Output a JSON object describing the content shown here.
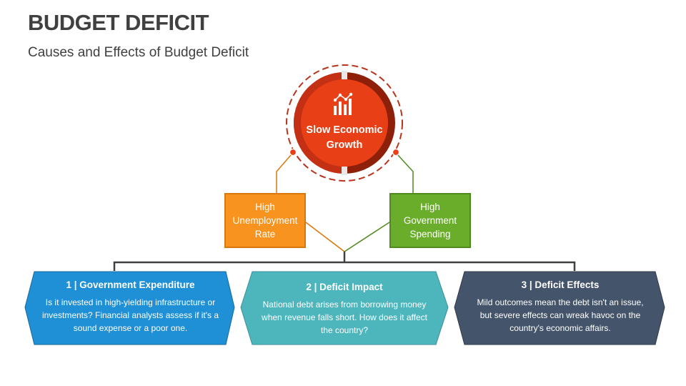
{
  "header": {
    "title": "BUDGET DEFICIT",
    "subtitle": "Causes and Effects of Budget Deficit"
  },
  "center": {
    "label_line1": "Slow Economic",
    "label_line2": "Growth",
    "icon": "chart-growth-icon",
    "color": "#e83f16",
    "ring_color": "#a8280c"
  },
  "causes": [
    {
      "line1": "High",
      "line2": "Unemployment",
      "line3": "Rate",
      "color": "#f7931e"
    },
    {
      "line1": "High",
      "line2": "Government",
      "line3": "Spending",
      "color": "#6aad2a"
    }
  ],
  "effects": [
    {
      "title": "1 | Government Expenditure",
      "body": "Is it invested in high-yielding infrastructure or investments? Financial analysts assess if it's a sound expense or a poor one.",
      "color": "#1f8fd6"
    },
    {
      "title": "2 | Deficit Impact",
      "body": "National debt arises from borrowing money when revenue falls short. How does it affect the country?",
      "color": "#4db6bd"
    },
    {
      "title": "3 | Deficit Effects",
      "body": "Mild outcomes mean the debt isn't an issue, but severe effects can wreak havoc on the country's economic affairs.",
      "color": "#44546a"
    }
  ]
}
